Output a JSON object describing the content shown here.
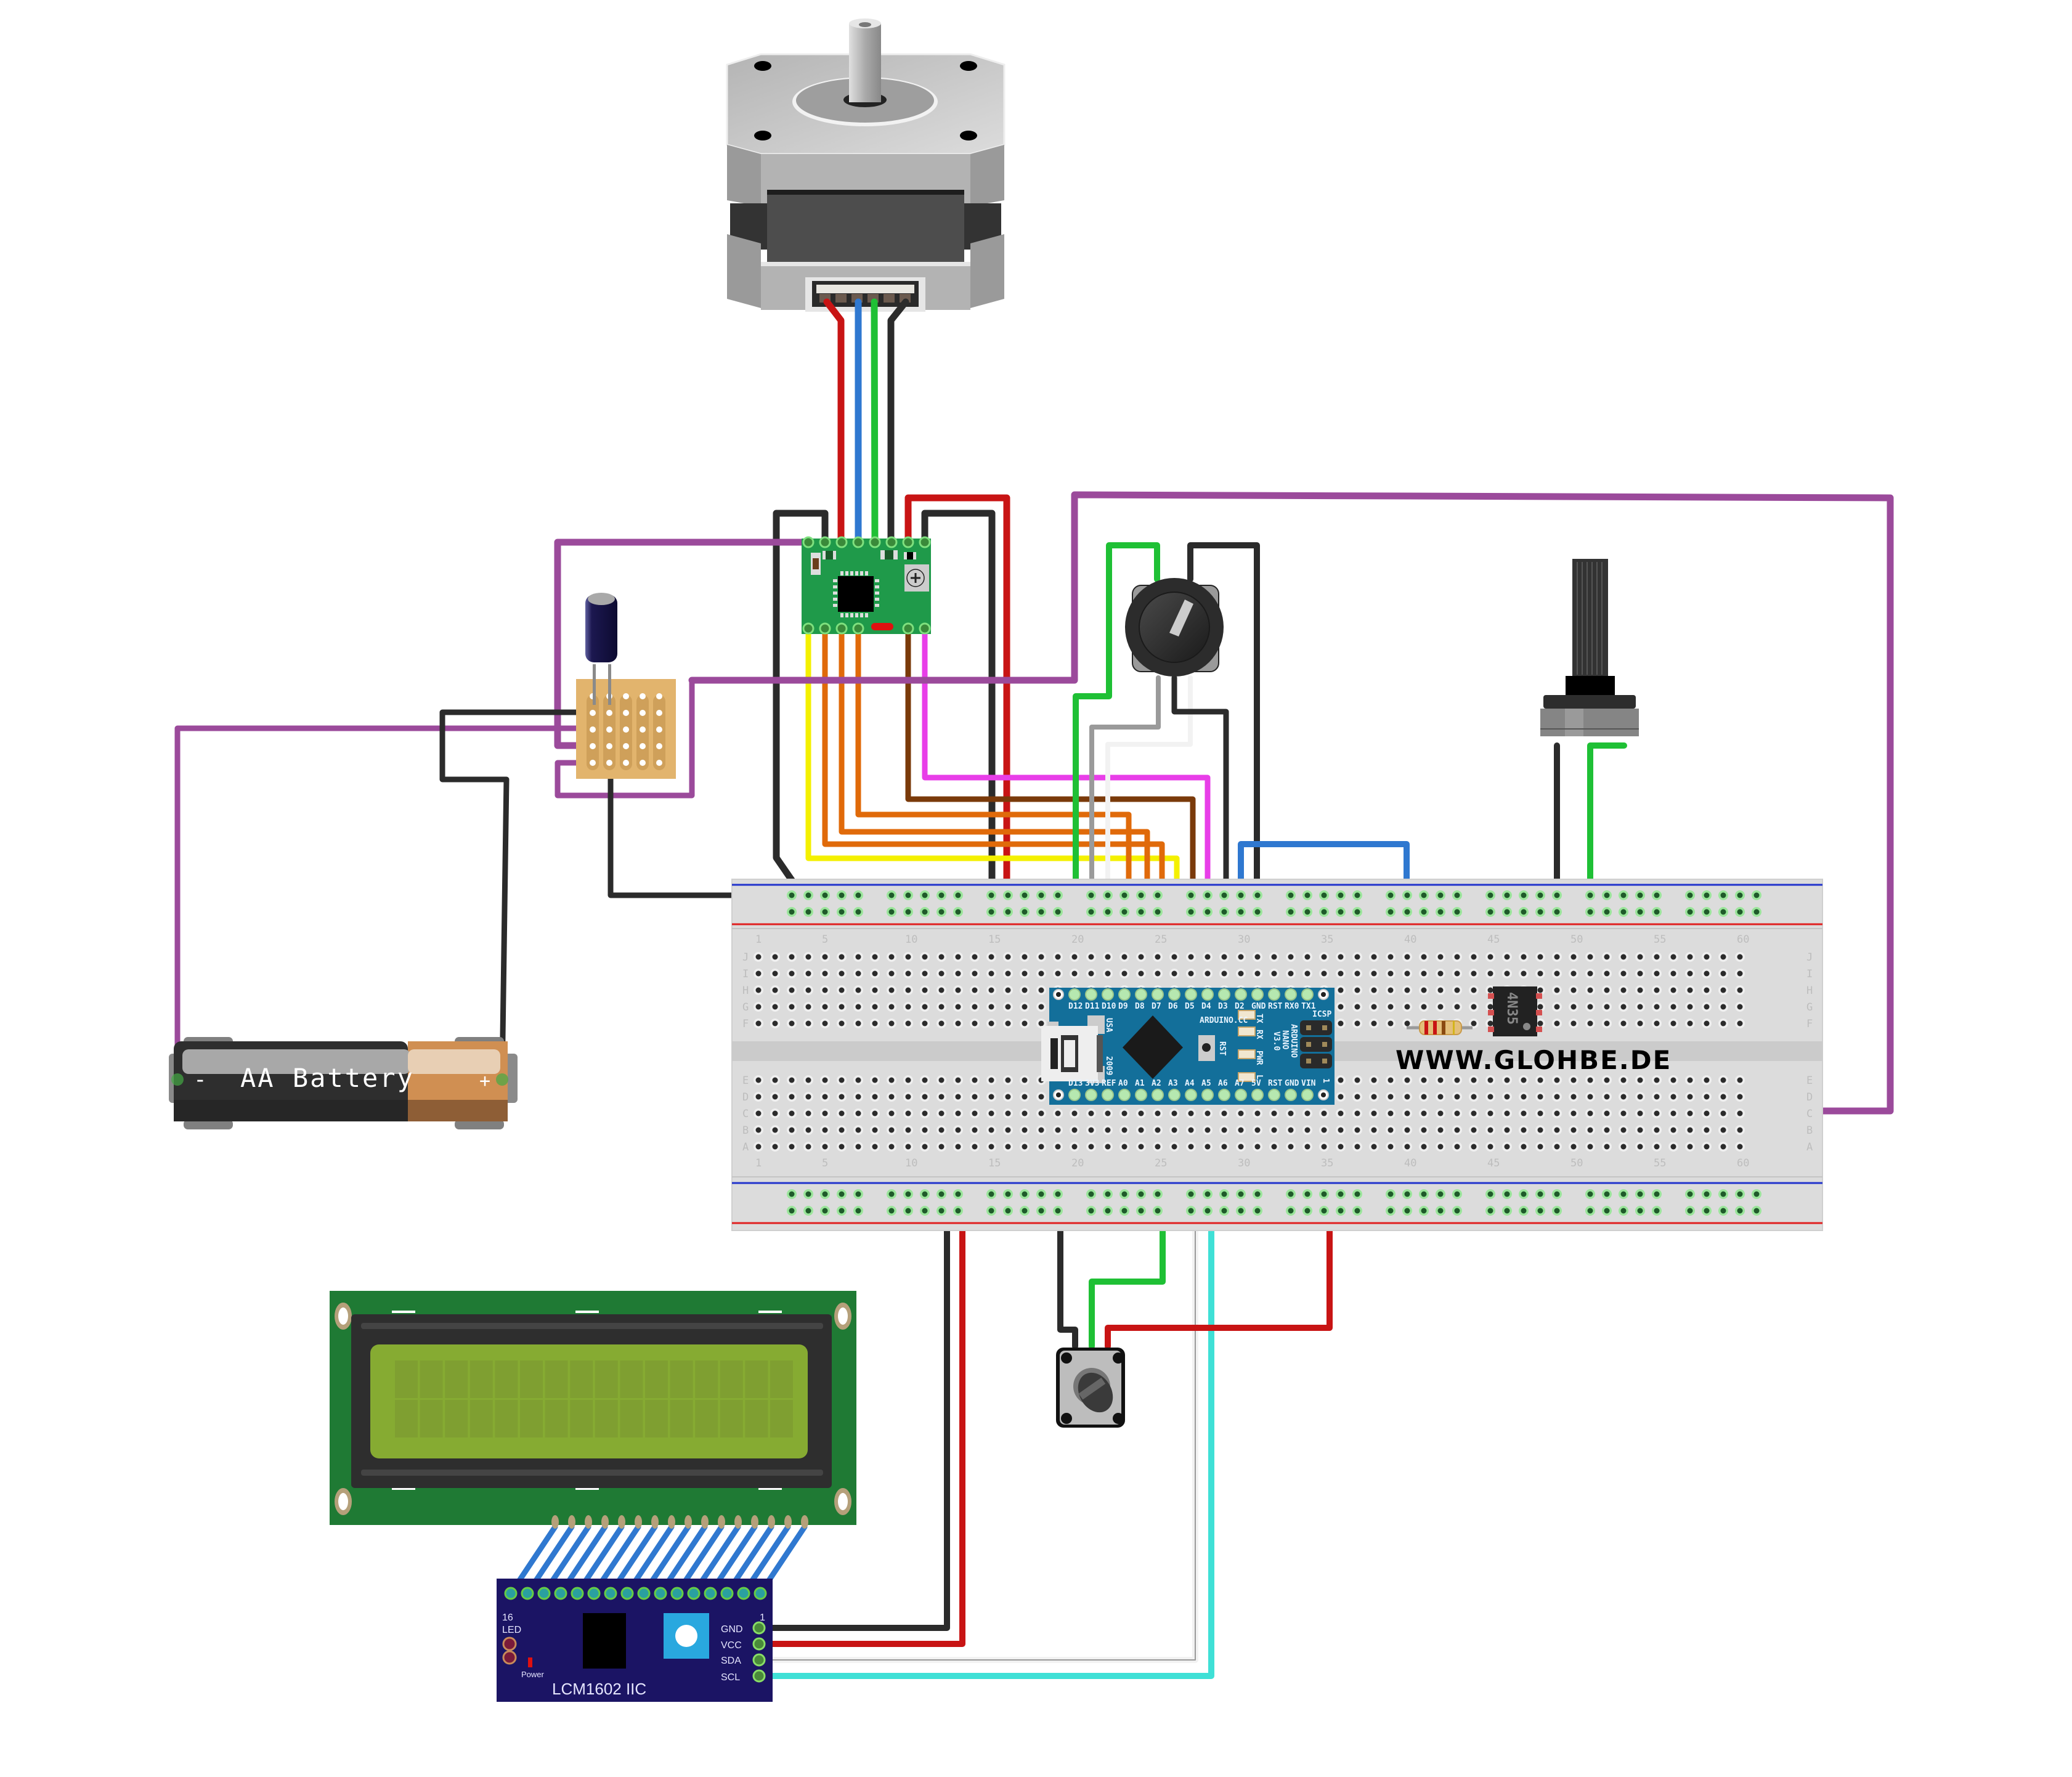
{
  "title": "Stepper motor controller wiring (Arduino Nano)",
  "watermark": "WWW.GLOHBE.DE",
  "components": {
    "stepper_motor": {
      "name": "Stepper motor",
      "wire_colors": [
        "#cc1010",
        "#2a7fd4",
        "#22bb33",
        "#222222"
      ]
    },
    "driver": {
      "name": "Stepper driver module"
    },
    "capacitor": {
      "name": "Electrolytic capacitor"
    },
    "perfboard": {
      "name": "Perfboard"
    },
    "battery": {
      "label": "AA Battery",
      "minus": "-",
      "plus": "+"
    },
    "rotary_encoder": {
      "name": "Rotary encoder"
    },
    "pot_slide": {
      "name": "Potentiometer (shaft)"
    },
    "pot_trim": {
      "name": "Trimmer potentiometer"
    },
    "resistor": {
      "name": "Resistor"
    },
    "optocoupler": {
      "label": "4N35"
    },
    "nano": {
      "top_pins": [
        "D12",
        "D11",
        "D10",
        "D9",
        "D8",
        "D7",
        "D6",
        "D5",
        "D4",
        "D3",
        "D2",
        "GND",
        "RST",
        "RX0",
        "TX1"
      ],
      "bottom_pins": [
        "D13",
        "3V3",
        "REF",
        "A0",
        "A1",
        "A2",
        "A3",
        "A4",
        "A5",
        "A6",
        "A7",
        "5V",
        "RST",
        "GND",
        "VIN"
      ],
      "brand": "ARDUINO.CC",
      "model_lines": [
        "ARDUINO",
        "NANO",
        "V3.0"
      ],
      "leds": [
        "TX",
        "RX",
        "PWR",
        "L"
      ],
      "reset_label": "RST",
      "icsp": "ICSP",
      "usa": "USA",
      "year": "2009",
      "pin1": "1"
    },
    "lcd": {
      "name": "LCD 16x2",
      "columns": 16,
      "rows": 2
    },
    "i2c": {
      "title": "LCM1602 IIC",
      "pin16": "16",
      "pin1": "1",
      "led": "LED",
      "power": "Power",
      "pins": [
        "GND",
        "VCC",
        "SDA",
        "SCL"
      ]
    }
  },
  "breadboard": {
    "columns": 60,
    "row_letters_top": [
      "J",
      "I",
      "H",
      "G",
      "F"
    ],
    "row_letters_bottom": [
      "E",
      "D",
      "C",
      "B",
      "A"
    ],
    "column_labels": [
      "1",
      "5",
      "10",
      "15",
      "20",
      "25",
      "30",
      "35",
      "40",
      "45",
      "50",
      "55",
      "60"
    ]
  },
  "colors": {
    "wire_black": "#2b2b2b",
    "wire_red": "#c81414",
    "wire_purple": "#9b4a9b",
    "wire_green": "#1fc035",
    "wire_blue": "#2f78d0",
    "wire_yellow": "#f4f000",
    "wire_orange": "#e06a0a",
    "wire_brown": "#7a3a0a",
    "wire_magenta": "#e83ee8",
    "wire_gray": "#9a9a9a",
    "wire_white": "#f2f2f2",
    "wire_cyan": "#3fe0d6",
    "nano_blue": "#136f9a",
    "driver_green": "#1f9a4a",
    "lcd_green": "#1f7a34",
    "lcd_screen": "#86ab32",
    "i2c_navy": "#1b1464"
  }
}
